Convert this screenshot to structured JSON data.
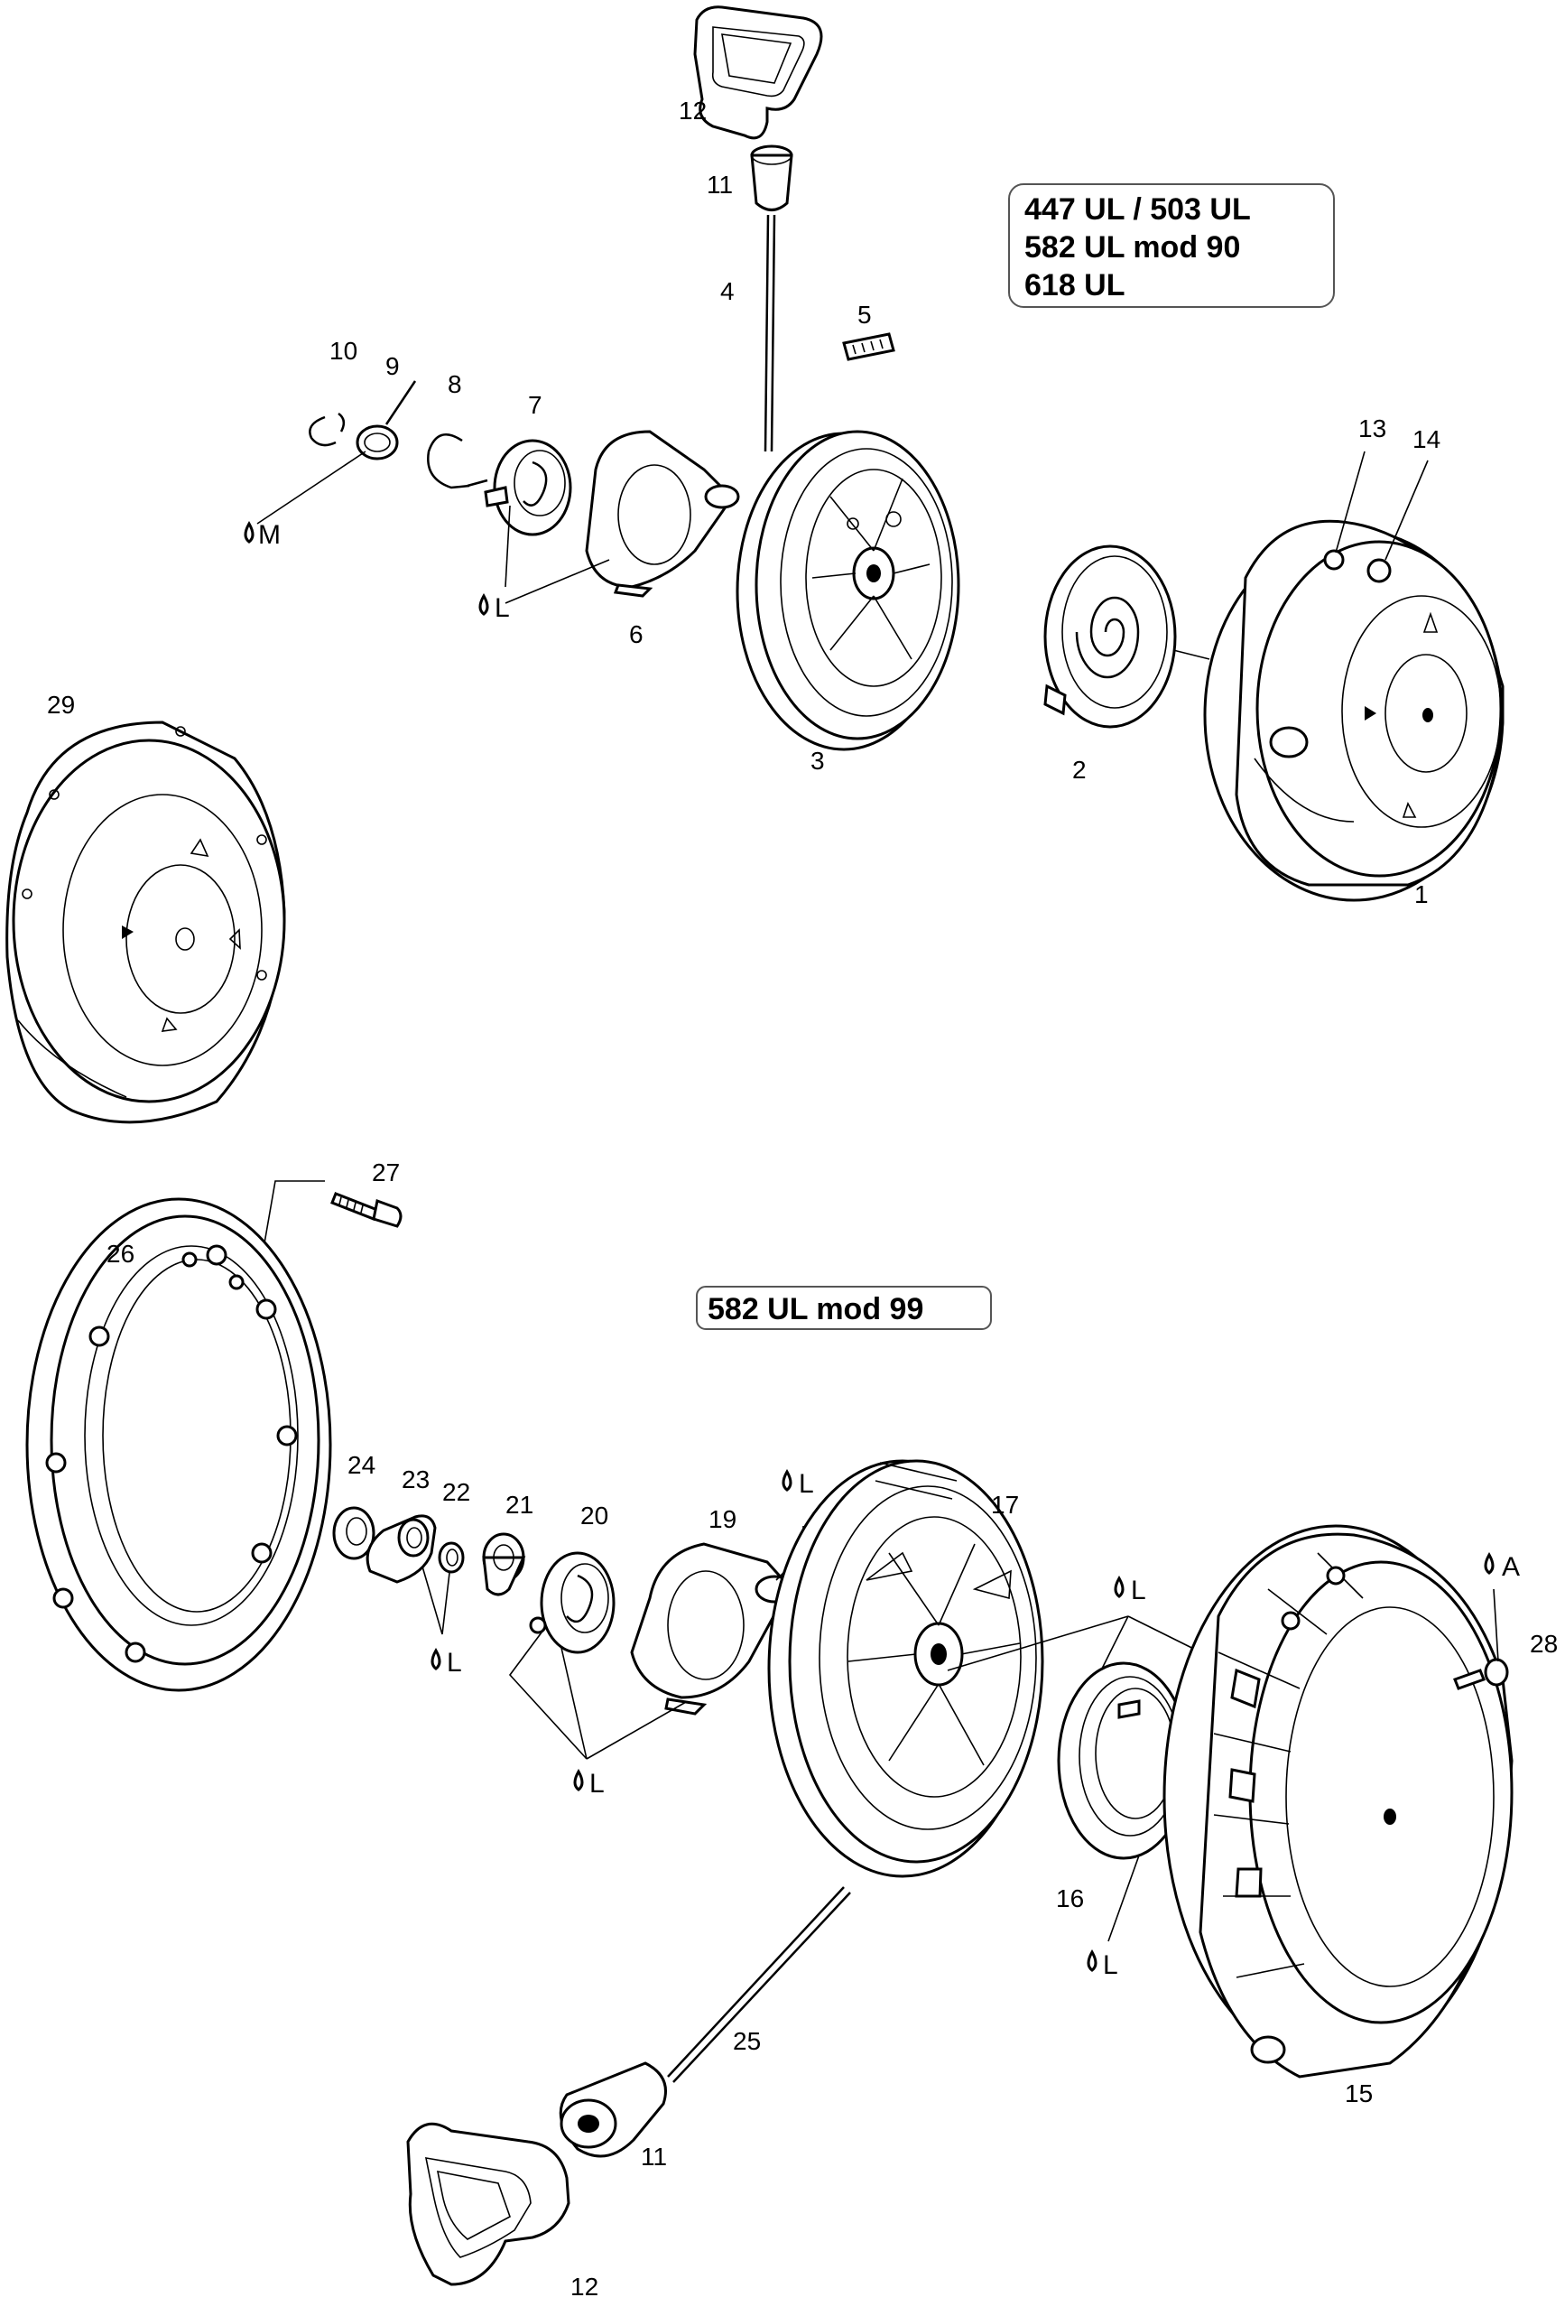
{
  "diagram": {
    "models_top": [
      "447 UL / 503 UL",
      "582 UL mod 90",
      "618 UL"
    ],
    "models_bottom": "582 UL mod 99",
    "labels_top": {
      "p1": "1",
      "p2": "2",
      "p3": "3",
      "p4": "4",
      "p5": "5",
      "p6": "6",
      "p7": "7",
      "p8": "8",
      "p9": "9",
      "p10": "10",
      "p11": "11",
      "p12": "12",
      "p13": "13",
      "p14": "14",
      "p29": "29"
    },
    "labels_bottom": {
      "p11": "11",
      "p12": "12",
      "p15": "15",
      "p16": "16",
      "p17": "17",
      "p19": "19",
      "p20": "20",
      "p21": "21",
      "p22": "22",
      "p23": "23",
      "p24": "24",
      "p25": "25",
      "p26": "26",
      "p27": "27",
      "p28": "28"
    },
    "lubricants": {
      "M": "M",
      "L": "L",
      "A": "A"
    }
  }
}
